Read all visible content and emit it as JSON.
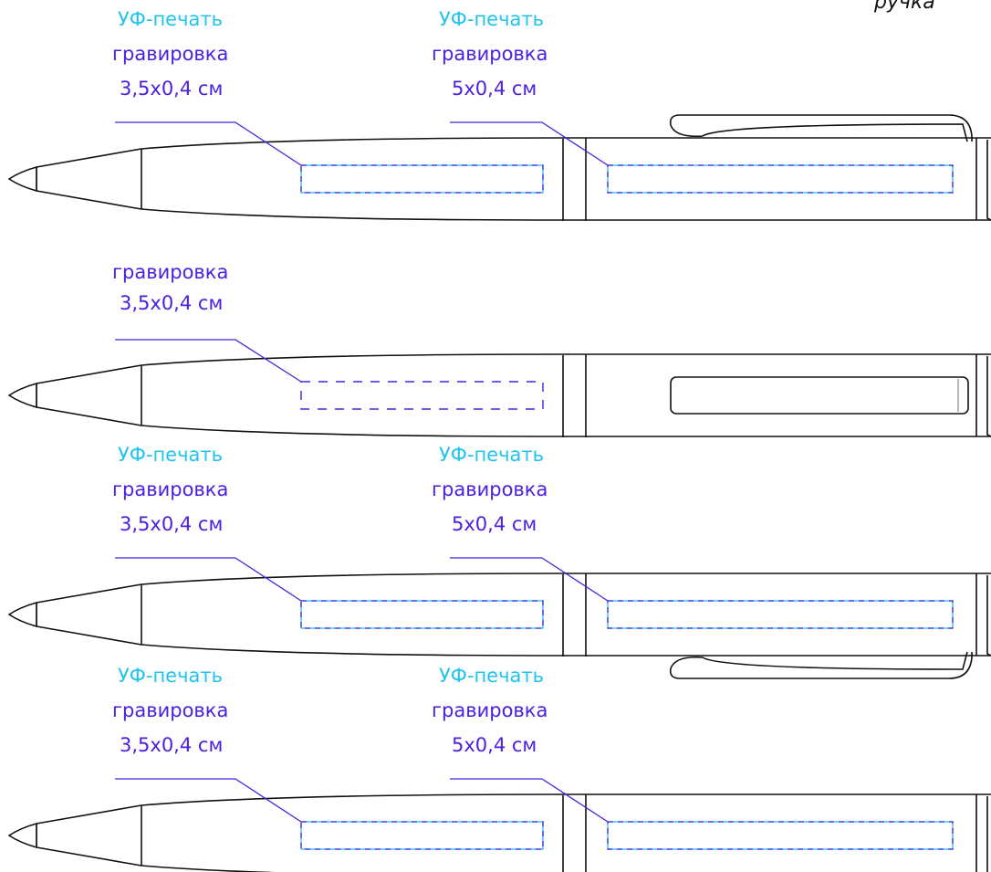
{
  "top_right_text": "ручка",
  "colors": {
    "uv": "#20c4ee",
    "engraving": "#4b20e0",
    "outline": "#111111"
  },
  "pens": [
    {
      "variant": "clip top",
      "areas": [
        {
          "uv_label": "УФ-печать",
          "engrave_label": "гравировка",
          "size": "3,5х0,4 см"
        },
        {
          "uv_label": "УФ-печать",
          "engrave_label": "гравировка",
          "size": "5х0,4 см"
        }
      ]
    },
    {
      "variant": "clip front",
      "areas": [
        {
          "engrave_label": "гравировка",
          "size": "3,5х0,4 см"
        }
      ]
    },
    {
      "variant": "clip bottom",
      "areas": [
        {
          "uv_label": "УФ-печать",
          "engrave_label": "гравировка",
          "size": "3,5х0,4 см"
        },
        {
          "uv_label": "УФ-печать",
          "engrave_label": "гравировка",
          "size": "5х0,4 см"
        }
      ]
    },
    {
      "variant": "no clip",
      "areas": [
        {
          "uv_label": "УФ-печать",
          "engrave_label": "гравировка",
          "size": "3,5х0,4 см"
        },
        {
          "uv_label": "УФ-печать",
          "engrave_label": "гравировка",
          "size": "5х0,4 см"
        }
      ]
    }
  ]
}
